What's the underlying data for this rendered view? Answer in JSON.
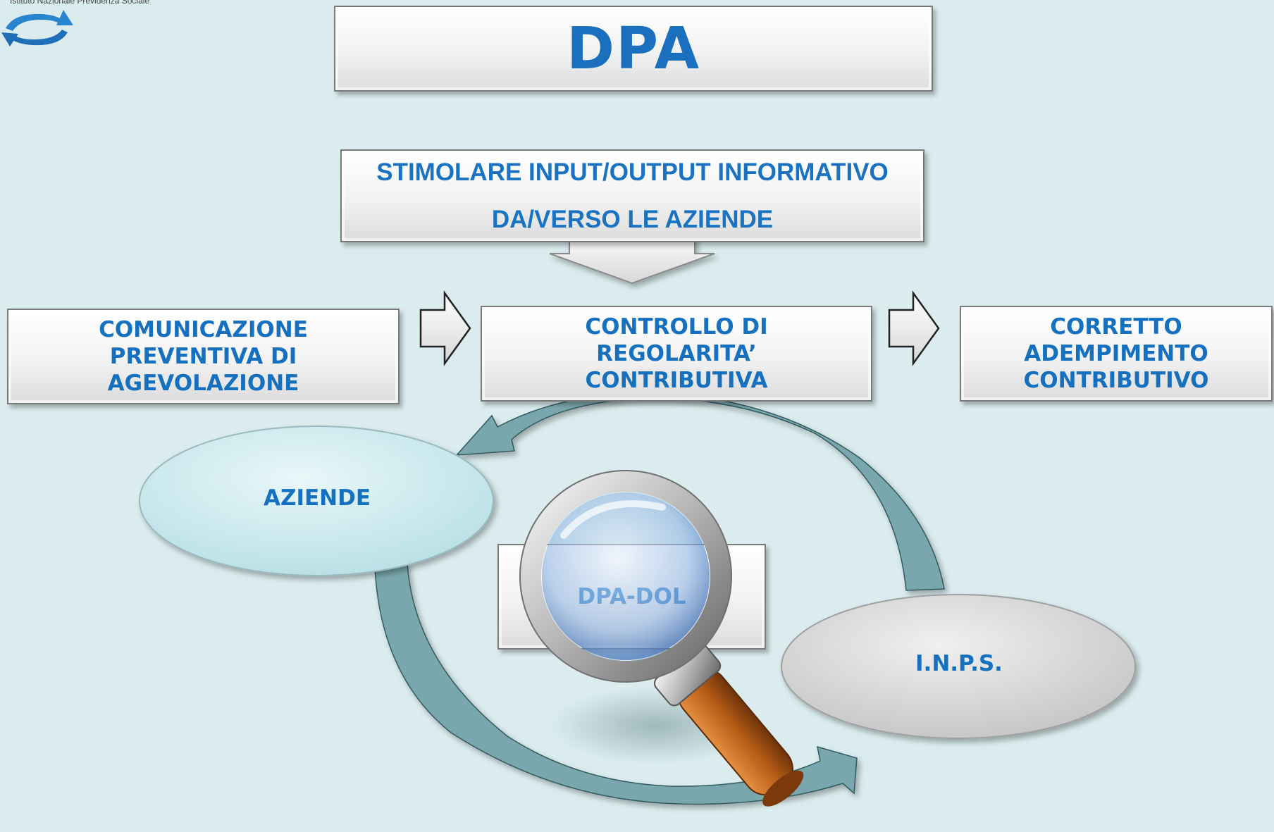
{
  "header": {
    "org_name": "Istituto Nazionale Previdenza Sociale"
  },
  "title": "DPA",
  "stimulate_box": {
    "line1": "STIMOLARE INPUT/OUTPUT INFORMATIVO",
    "line2": "DA/VERSO LE AZIENDE"
  },
  "flow_boxes": {
    "left": [
      "COMUNICAZIONE",
      "PREVENTIVA DI",
      "AGEVOLAZIONE"
    ],
    "middle": [
      "CONTROLLO DI",
      "REGOLARITA’",
      "CONTRIBUTIVA"
    ],
    "right": [
      "CORRETTO",
      "ADEMPIMENTO",
      "CONTRIBUTIVO"
    ]
  },
  "cycle": {
    "aziende": "AZIENDE",
    "inps": "I.N.P.S.",
    "center": "DPA-DOL"
  },
  "colors": {
    "background": "#daecee",
    "text_blue": "#1570c0",
    "arc_fill": "#7aa7ad",
    "aziende_fill": "#cdeaee",
    "inps_fill": "#d9d9d9",
    "magnifier_handle": "#c0631a"
  },
  "icons": [
    "logo-arrows-icon",
    "magnifying-glass-icon"
  ]
}
